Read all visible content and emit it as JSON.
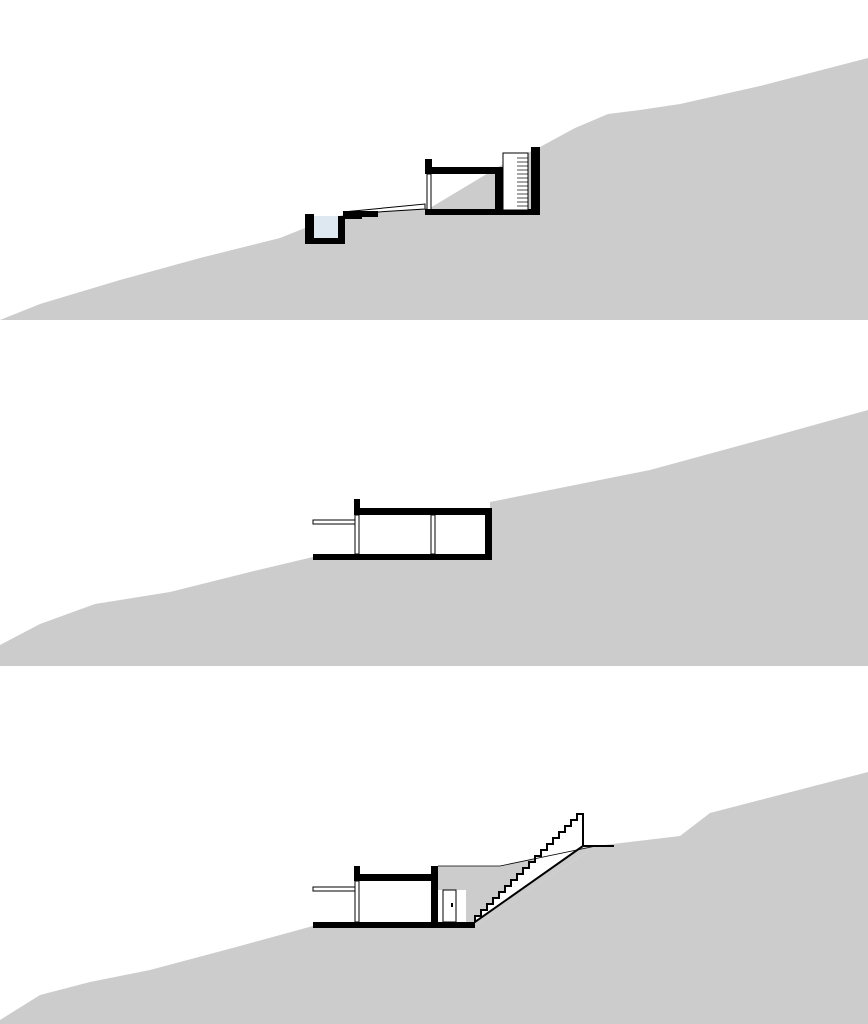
{
  "drawing": {
    "kind": "architectural-sections",
    "panel_count": 3,
    "colors": {
      "background": "#ffffff",
      "terrain": "#cccccc",
      "structure": "#000000",
      "glazing": "#ffffff",
      "pool_water": "#dde8f0"
    },
    "panels": [
      {
        "id": "section-1",
        "features": [
          "terrain",
          "house",
          "pool",
          "stair-wall"
        ]
      },
      {
        "id": "section-2",
        "features": [
          "terrain",
          "house",
          "terrace"
        ]
      },
      {
        "id": "section-3",
        "features": [
          "terrain",
          "house",
          "terrace",
          "door",
          "entry-stair"
        ]
      }
    ]
  }
}
